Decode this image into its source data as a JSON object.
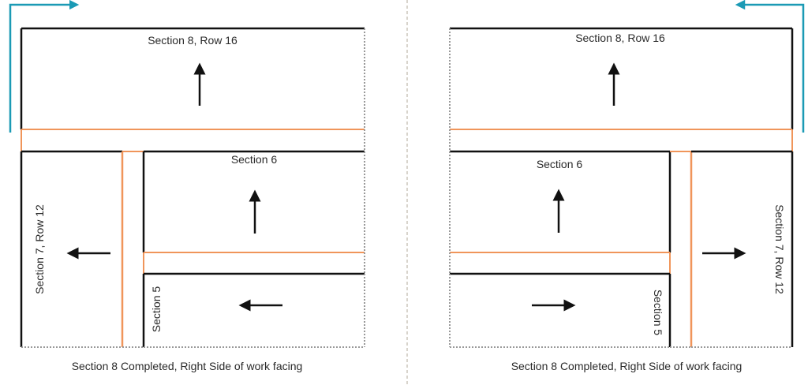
{
  "colors": {
    "outline": "#111111",
    "seam": "#f0955a",
    "flow_arrow": "#1b9ab5",
    "dotted_edge": "#999999",
    "divider": "#b0a898"
  },
  "left_diagram": {
    "section8_label": "Section 8, Row 16",
    "section6_label": "Section 6",
    "section7_label": "Section 7, Row 12",
    "section5_label": "Section 5",
    "caption": "Section 8 Completed, Right Side of work facing",
    "flow_arrow_icon": "arrow-turn-right-icon",
    "direction_icons": [
      "arrow-up-icon",
      "arrow-up-icon",
      "arrow-left-icon",
      "arrow-left-icon"
    ]
  },
  "right_diagram": {
    "section8_label": "Section 8, Row 16",
    "section6_label": "Section 6",
    "section7_label": "Section 7, Row 12",
    "section5_label": "Section 5",
    "caption": "Section 8 Completed, Right Side of work facing",
    "flow_arrow_icon": "arrow-turn-left-icon",
    "direction_icons": [
      "arrow-up-icon",
      "arrow-up-icon",
      "arrow-right-icon",
      "arrow-right-icon"
    ]
  }
}
